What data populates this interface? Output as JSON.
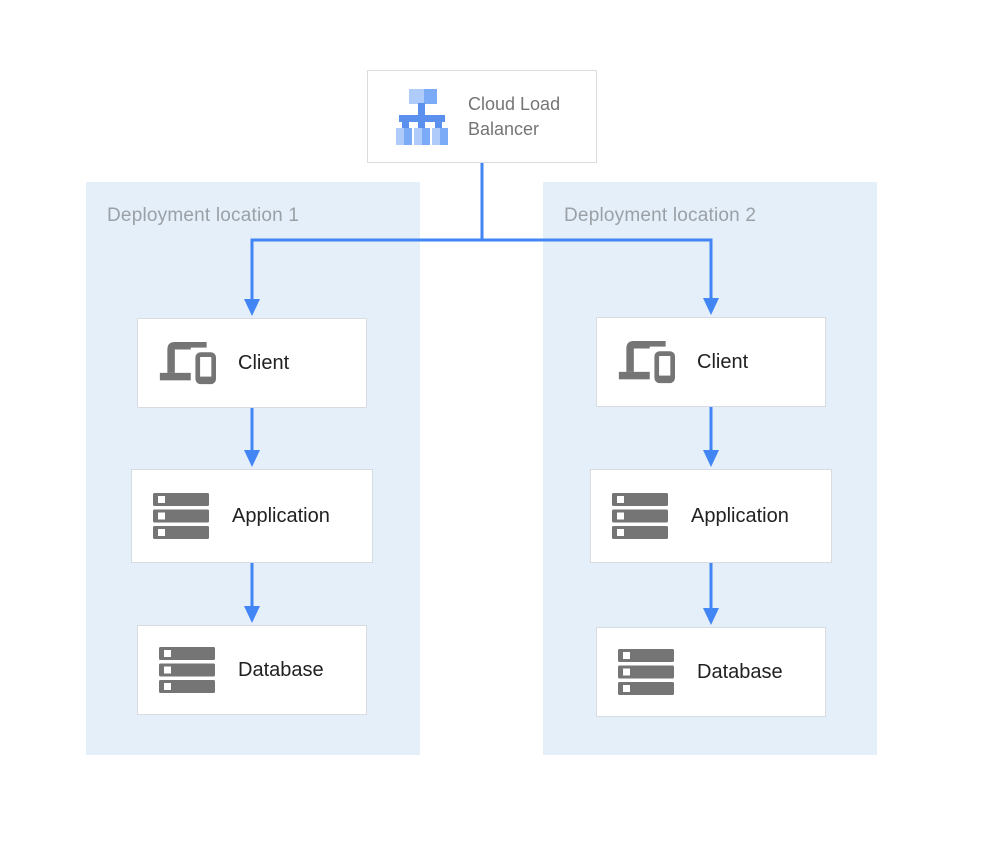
{
  "diagram": {
    "load_balancer": {
      "label": "Cloud Load Balancer",
      "icon": "load-balancer-icon"
    },
    "locations": [
      {
        "title": "Deployment location 1",
        "nodes": [
          {
            "label": "Client",
            "icon": "devices-icon"
          },
          {
            "label": "Application",
            "icon": "servers-icon"
          },
          {
            "label": "Database",
            "icon": "servers-icon"
          }
        ]
      },
      {
        "title": "Deployment location 2",
        "nodes": [
          {
            "label": "Client",
            "icon": "devices-icon"
          },
          {
            "label": "Application",
            "icon": "servers-icon"
          },
          {
            "label": "Database",
            "icon": "servers-icon"
          }
        ]
      }
    ],
    "colors": {
      "arrow_blue": "#4285F4",
      "panel_background": "#E4EFFA",
      "panel_title_gray": "#9AA0A6",
      "node_border_gray": "#D8DCE0",
      "node_label_dark": "#212121",
      "lb_label_gray": "#757575",
      "icon_gray": "#757575",
      "lb_icon_light_blue": "#AECBFA",
      "lb_icon_medium_blue": "#7BAAF7",
      "lb_icon_trunk_blue": "#5C90EE"
    }
  }
}
